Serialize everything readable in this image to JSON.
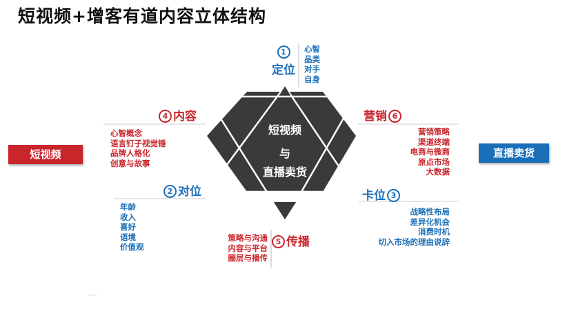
{
  "title": "短视频+增客有道内容立体结构",
  "center": {
    "line1": "短视频",
    "line2": "与",
    "line3": "直播卖货"
  },
  "left_badge": "短视频",
  "right_badge": "直播卖货",
  "colors": {
    "blue": "#1a6fb9",
    "red": "#c9262c",
    "hexagon": "#3a3a3a",
    "badge_left": "#c9262c",
    "badge_right": "#1a6fb9"
  },
  "nodes": {
    "dingwei": {
      "number": "1",
      "label": "定位",
      "items": [
        "心智",
        "品类",
        "对手",
        "自身"
      ]
    },
    "kawei": {
      "number": "3",
      "label": "卡位",
      "items": [
        "战略性布局",
        "差异化机会",
        "消费时机",
        "切入市场的理由说辞"
      ]
    },
    "duiwei": {
      "number": "2",
      "label": "对位",
      "items": [
        "年龄",
        "收入",
        "喜好",
        "语境",
        "价值观"
      ]
    },
    "neirong": {
      "number": "4",
      "label": "内容",
      "items": [
        "心智概念",
        "语言钉子视觉锤",
        "品牌人格化",
        "创意与故事"
      ]
    },
    "chuanbo": {
      "number": "5",
      "label": "传播",
      "items": [
        "策略与沟通",
        "内容与平台",
        "圈层与播传"
      ]
    },
    "yingxiao": {
      "number": "6",
      "label": "营销",
      "items": [
        "营销策略",
        "渠道终端",
        "电商与微商",
        "原点市场",
        "大数据"
      ]
    }
  }
}
